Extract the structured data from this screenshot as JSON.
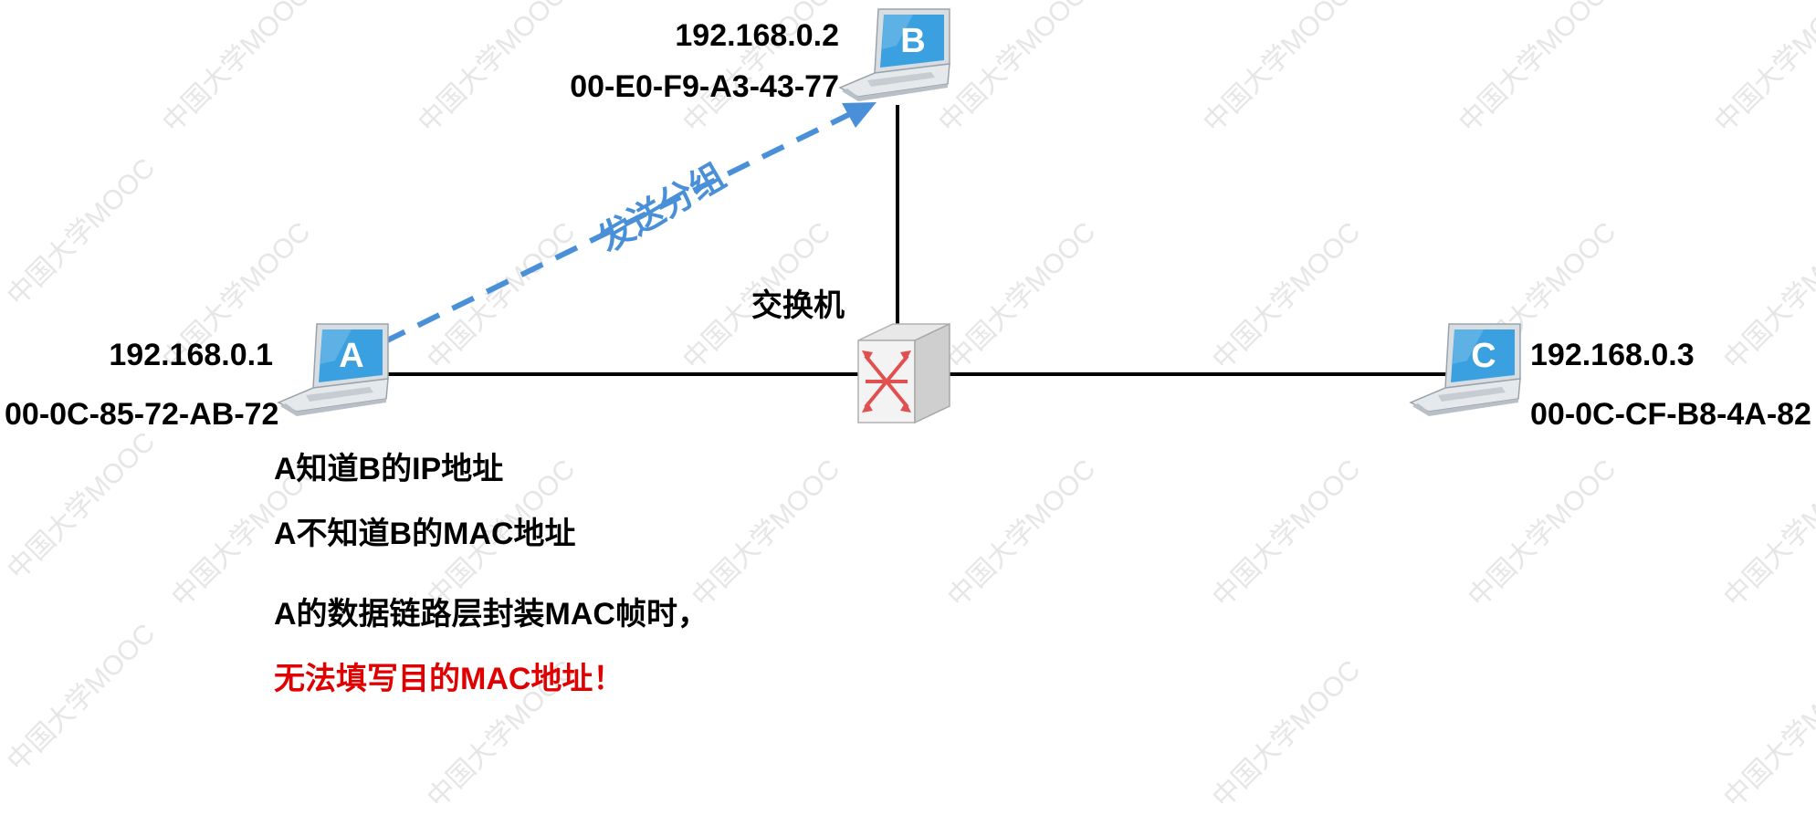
{
  "hosts": {
    "A": {
      "letter": "A",
      "ip": "192.168.0.1",
      "mac": "00-0C-85-72-AB-72"
    },
    "B": {
      "letter": "B",
      "ip": "192.168.0.2",
      "mac": "00-E0-F9-A3-43-77"
    },
    "C": {
      "letter": "C",
      "ip": "192.168.0.3",
      "mac": "00-0C-CF-B8-4A-82"
    }
  },
  "switch": {
    "label": "交换机"
  },
  "arrow": {
    "label": "发送分组"
  },
  "notes": [
    "A知道B的IP地址",
    "A不知道B的MAC地址",
    "A的数据链路层封装MAC帧时，",
    "无法填写目的MAC地址！"
  ],
  "watermark": "中国大学MOOC",
  "colors": {
    "arrow": "#4a90d9",
    "laptop_screen": "#3aa0e0",
    "warning": "#e00000",
    "switch_arrows": "#e05050"
  }
}
